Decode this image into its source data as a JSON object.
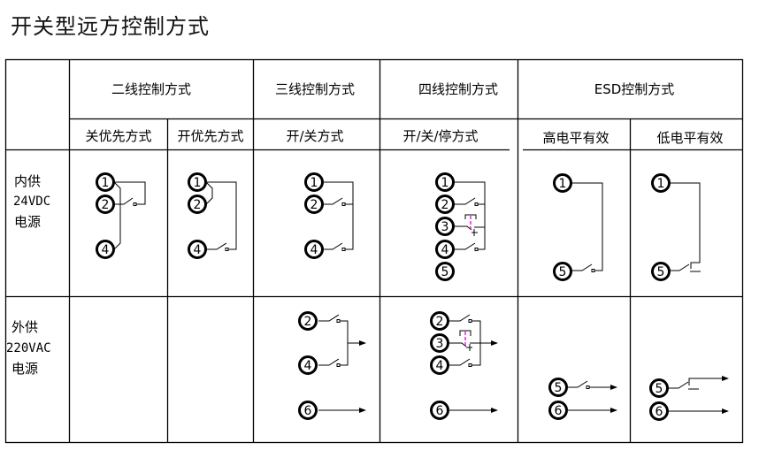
{
  "title": "开关型远方控制方式",
  "colors": {
    "line": "#000000",
    "interlock": "#e000e0",
    "background": "#ffffff"
  },
  "header": {
    "groups": [
      {
        "label": "二线控制方式"
      },
      {
        "label": "三线控制方式"
      },
      {
        "label": "四线控制方式"
      },
      {
        "label": "ESD控制方式"
      }
    ],
    "subs": [
      {
        "label": "关优先方式"
      },
      {
        "label": "开优先方式"
      },
      {
        "label": "开/关方式"
      },
      {
        "label": "开/关/停方式"
      },
      {
        "label": "高电平有效"
      },
      {
        "label": "低电平有效"
      }
    ]
  },
  "rows": [
    {
      "line1": "内供",
      "line2": "24VDC",
      "line3": "电源"
    },
    {
      "line1": "外供",
      "line2": "220VAC",
      "line3": "电源"
    }
  ],
  "terminals": {
    "t1": "1",
    "t2": "2",
    "t3": "3",
    "t4": "4",
    "t5": "5",
    "t6": "6"
  }
}
